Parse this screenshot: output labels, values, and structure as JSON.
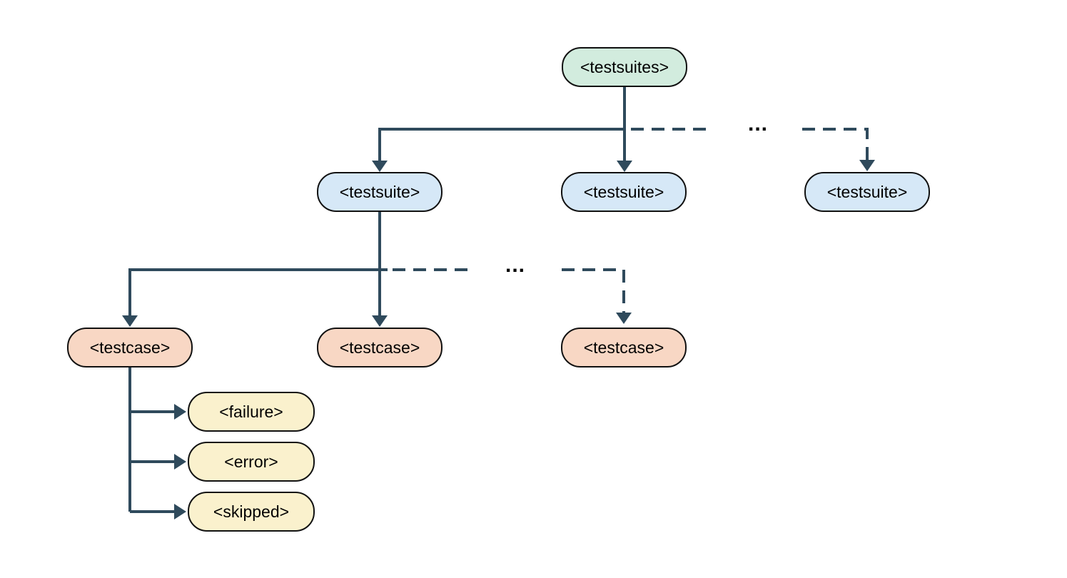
{
  "labels": {
    "testsuites": "<testsuites>",
    "testsuite": "<testsuite>",
    "testcase": "<testcase>",
    "failure": "<failure>",
    "error": "<error>",
    "skipped": "<skipped>",
    "ellipsis": "..."
  },
  "colors": {
    "testsuites_fill": "#d2ecde",
    "testsuite_fill": "#d6e8f7",
    "testcase_fill": "#f8d7c4",
    "leaf_fill": "#faf1cd",
    "node_border": "#111111",
    "edge": "#2f4a5c",
    "text": "#000000",
    "background": "#ffffff"
  },
  "structure": {
    "root": "testsuites",
    "levels": [
      {
        "parent": "testsuites",
        "children": [
          "testsuite",
          "testsuite",
          "...",
          "testsuite"
        ]
      },
      {
        "parent": "testsuite",
        "children": [
          "testcase",
          "testcase",
          "...",
          "testcase"
        ]
      },
      {
        "parent": "testcase",
        "children": [
          "failure",
          "error",
          "skipped"
        ]
      }
    ]
  }
}
